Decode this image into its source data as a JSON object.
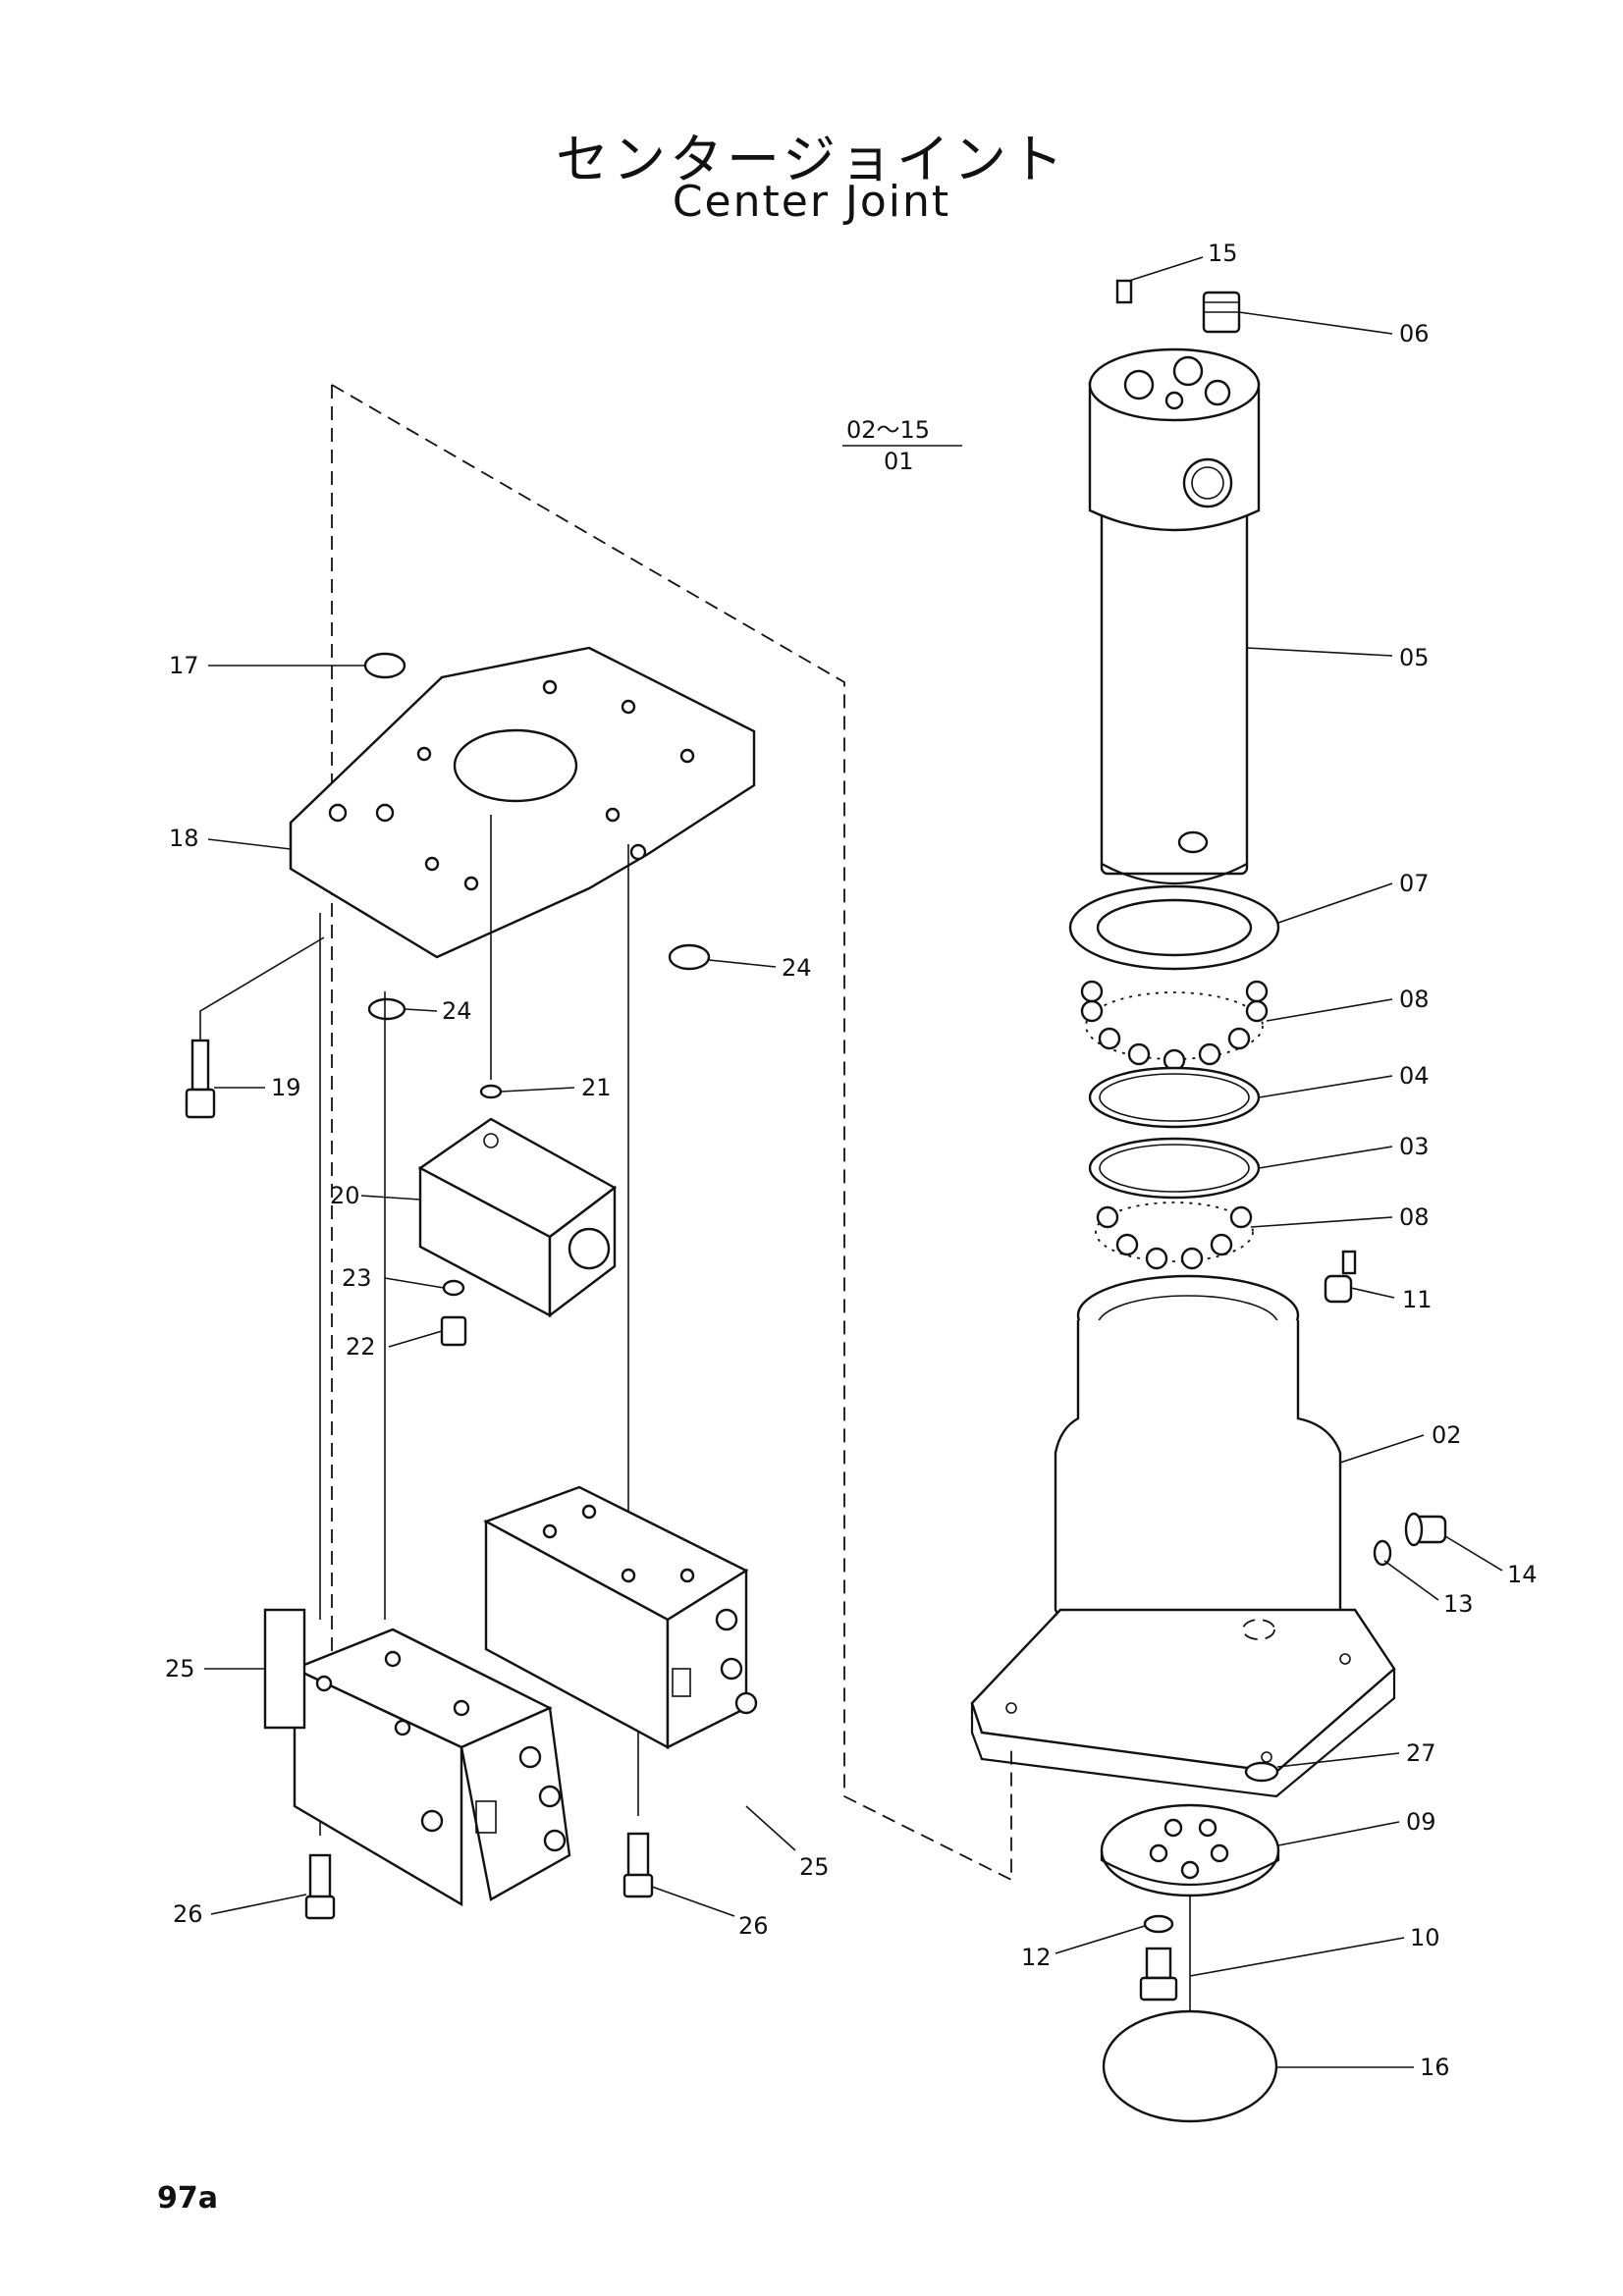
{
  "title": {
    "japanese": "センタージョイント",
    "english": "Center Joint"
  },
  "page_number": "97a",
  "applicability_note": {
    "numerator": "02～15",
    "denominator": "01"
  },
  "callouts": [
    "01",
    "02",
    "03",
    "04",
    "05",
    "06",
    "07",
    "08",
    "09",
    "10",
    "11",
    "12",
    "13",
    "14",
    "15",
    "16",
    "17",
    "18",
    "19",
    "20",
    "21",
    "22",
    "23",
    "24",
    "25",
    "26",
    "27"
  ],
  "labels": {
    "l15": "15",
    "l06": "06",
    "l05": "05",
    "l07": "07",
    "l08a": "08",
    "l04": "04",
    "l03": "03",
    "l08b": "08",
    "l11": "11",
    "l02": "02",
    "l14": "14",
    "l13": "13",
    "l27": "27",
    "l09": "09",
    "l10": "10",
    "l12": "12",
    "l16": "16",
    "l17": "17",
    "l18": "18",
    "l24a": "24",
    "l24b": "24",
    "l19": "19",
    "l21": "21",
    "l20": "20",
    "l23": "23",
    "l22": "22",
    "l25a": "25",
    "l25b": "25",
    "l26a": "26",
    "l26b": "26"
  }
}
